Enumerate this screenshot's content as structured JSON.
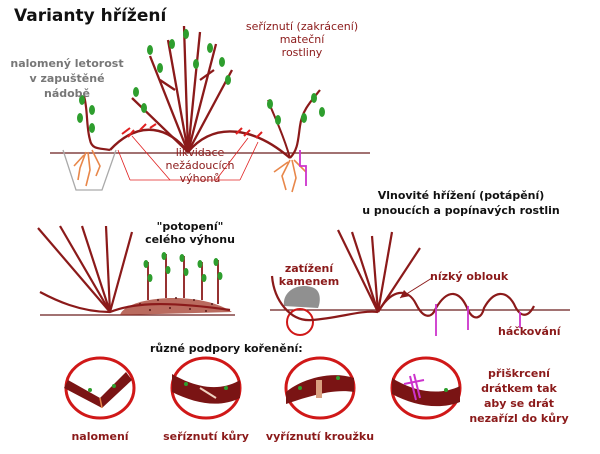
{
  "title": "Varianty hřížení",
  "labels": {
    "broken_shoot": "nalomený letorost\nv zapuštěné\nnádobě",
    "mother_cut": "seříznutí (zakrácení)\nmateční\nrostliny",
    "remove_shoots": "likvidace\nnežádoucích\nvýhonů",
    "wave_title": "Vlnovité hřížení (potápění)\nu pnoucích a popínavých rostlin",
    "submerge": "\"potopení\"\ncelého výhonu",
    "stone": "zatížení\nkamenem",
    "low_arc": "nízký oblouk",
    "hooking": "háčkování",
    "support": "různé podpory kořenění:",
    "m1": "nalomení",
    "m2": "seříznutí kůry",
    "m3": "vyříznutí kroužku",
    "m4": "přiškrcení\ndrátkem  tak\naby se drát\nnezařízl do kůry"
  },
  "colors": {
    "stem": "#8b1a1a",
    "leaf": "#2e9e2e",
    "root": "#e8874a",
    "ground": "#6b1f1f",
    "hook": "#cc33cc",
    "ring": "#d01818",
    "cut": "#e02020",
    "pot": "#aaaaaa",
    "stone": "#909090",
    "label": "#8b1a1a"
  }
}
